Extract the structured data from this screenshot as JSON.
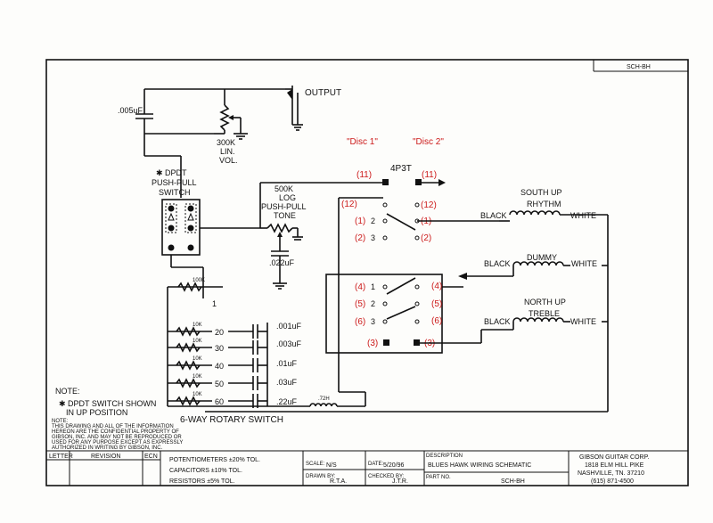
{
  "title_block": {
    "drawing_number_top": "SCH-BH",
    "letter_header": "LETTER",
    "revision_header": "REVISION",
    "ecn_header": "ECN",
    "tol_potentiometers": "POTENTIOMETERS ±20% TOL.",
    "tol_capacitors": "CAPACITORS ±10% TOL.",
    "tol_resistors": "RESISTORS ±5% TOL.",
    "scale_label": "SCALE:",
    "scale_value": "N/S",
    "date_label": "DATE:",
    "date_value": "5/20/96",
    "drawn_label": "DRAWN BY:",
    "drawn_value": "R.T.A.",
    "checked_label": "CHECKED BY:",
    "checked_value": "J.T.R.",
    "description_label": "DESCRIPTION",
    "description_value": "BLUES HAWK WIRING SCHEMATIC",
    "part_label": "PART NO.",
    "part_value": "SCH-BH",
    "company_line1": "GIBSON GUITAR CORP.",
    "company_line2": "1818 ELM HILL PIKE",
    "company_line3": "NASHVILLE, TN. 37210",
    "company_line4": "(615) 871-4500"
  },
  "notes": {
    "title": "NOTE:",
    "note1_line1": "✱ DPDT SWITCH SHOWN",
    "note1_line2": "IN UP POSITION",
    "legal_line1": "NOTE:",
    "legal_line2": "THIS DRAWING AND ALL OF THE INFORMATION",
    "legal_line3": "HEREON ARE THE CONFIDENTIAL PROPERTY OF",
    "legal_line4": "GIBSON, INC. AND MAY NOT BE REPRODUCED OR",
    "legal_line5": "USED FOR ANY PURPOSE EXCEPT AS EXPRESSLY",
    "legal_line6": "AUTHORIZED IN WRITING BY GIBSON, INC."
  },
  "components": {
    "output": "OUTPUT",
    "cap_tone_vol": ".005uF",
    "vol_line1": "300K",
    "vol_line2": "LIN.",
    "vol_line3": "VOL.",
    "dpdt_line1": "✱ DPDT",
    "dpdt_line2": "PUSH-PULL",
    "dpdt_line3": "SWITCH",
    "tone_line1": "500K",
    "tone_line2": "LOG",
    "tone_line3": "PUSH-PULL",
    "tone_line4": "TONE",
    "tone_cap": ".022uF",
    "switch_4p3t": "4P3T",
    "rotary_label": "6-WAY ROTARY SWITCH",
    "rotary_caps": [
      ".001uF",
      ".003uF",
      ".01uF",
      ".03uF",
      ".22uF"
    ],
    "rotary_positions": [
      "1",
      "20",
      "30",
      "40",
      "50",
      "60"
    ],
    "rotary_resistors": [
      "100K",
      "10K",
      "10K",
      "10K",
      "10K",
      "10K"
    ],
    "inductor": ".72H"
  },
  "pickups": {
    "south_up_line1": "SOUTH UP",
    "south_up_line2": "RHYTHM",
    "dummy": "DUMMY",
    "north_up_line1": "NORTH UP",
    "north_up_line2": "TREBLE",
    "black": "BLACK",
    "white": "WHITE"
  },
  "annotations": {
    "disc1": "\"Disc 1\"",
    "disc2": "\"Disc 2\"",
    "left_numbers": [
      "(11)",
      "(12)",
      "(1)",
      "(2)",
      "(4)",
      "(5)",
      "(6)",
      "(3)"
    ],
    "right_numbers": [
      "(11)",
      "(12)",
      "(1)",
      "(2)",
      "(4)",
      "(5)",
      "(6)",
      "(3)"
    ],
    "pos_1": "1",
    "pos_2": "2",
    "pos_3": "3"
  },
  "colors": {
    "ink": "#111111",
    "annotation": "#cc1a1a",
    "paper": "#fdfdfb"
  }
}
